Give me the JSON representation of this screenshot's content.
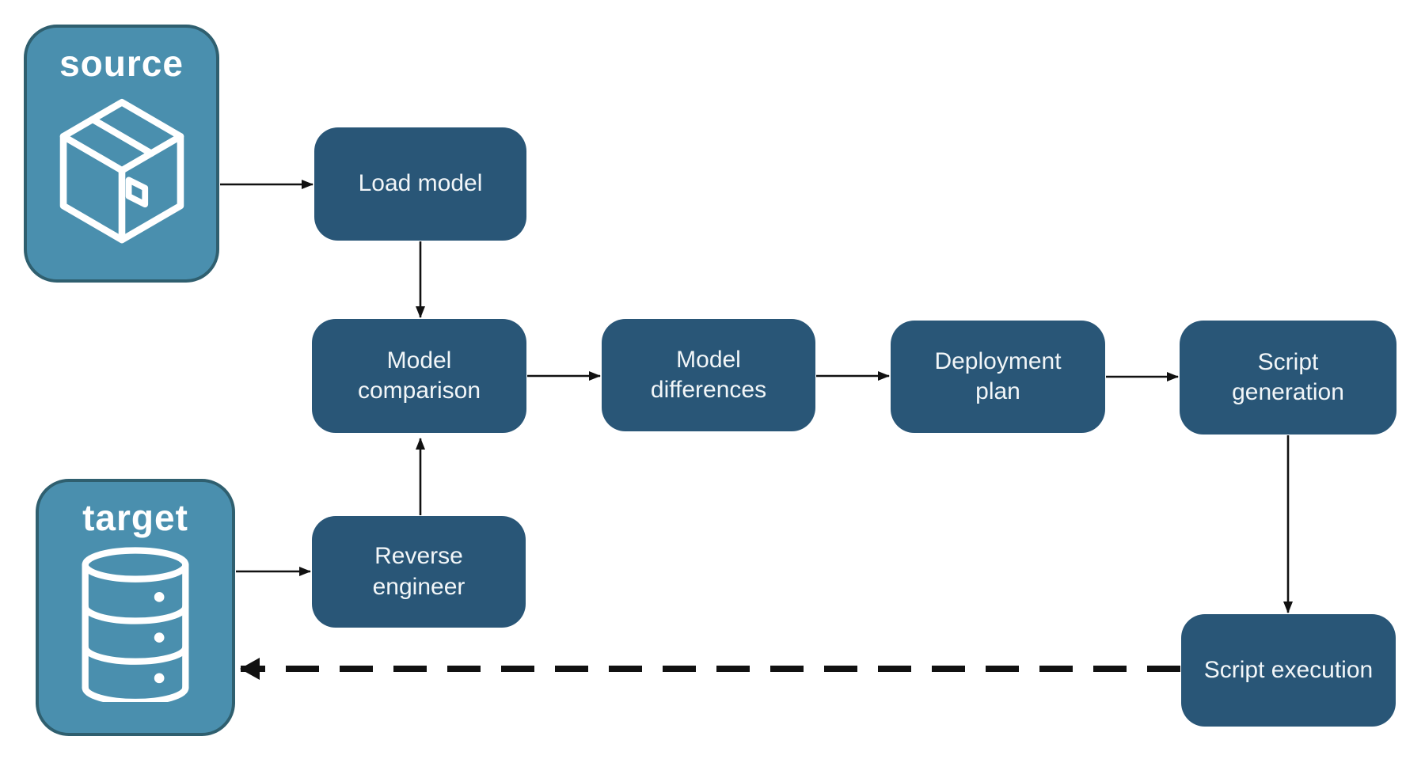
{
  "diagram": {
    "endpoints": [
      {
        "id": "source",
        "label": "source",
        "icon": "package-icon"
      },
      {
        "id": "target",
        "label": "target",
        "icon": "database-icon"
      }
    ],
    "nodes": [
      {
        "id": "load-model",
        "label": "Load model"
      },
      {
        "id": "model-comparison",
        "label": "Model comparison"
      },
      {
        "id": "model-differences",
        "label": "Model differences"
      },
      {
        "id": "deployment-plan",
        "label": "Deployment plan"
      },
      {
        "id": "script-generation",
        "label": "Script generation"
      },
      {
        "id": "reverse-engineer",
        "label": "Reverse engineer"
      },
      {
        "id": "script-execution",
        "label": "Script execution"
      }
    ],
    "edges": [
      {
        "from": "source",
        "to": "load-model",
        "style": "solid"
      },
      {
        "from": "load-model",
        "to": "model-comparison",
        "style": "solid"
      },
      {
        "from": "target",
        "to": "reverse-engineer",
        "style": "solid"
      },
      {
        "from": "reverse-engineer",
        "to": "model-comparison",
        "style": "solid"
      },
      {
        "from": "model-comparison",
        "to": "model-differences",
        "style": "solid"
      },
      {
        "from": "model-differences",
        "to": "deployment-plan",
        "style": "solid"
      },
      {
        "from": "deployment-plan",
        "to": "script-generation",
        "style": "solid"
      },
      {
        "from": "script-generation",
        "to": "script-execution",
        "style": "solid"
      },
      {
        "from": "script-execution",
        "to": "target",
        "style": "dashed"
      }
    ],
    "colors": {
      "background": "#ffffff",
      "node_fill": "#295677",
      "node_text": "#f2f6f8",
      "endpoint_fill": "#4a8fae",
      "endpoint_border": "#2f5f6f",
      "endpoint_text": "#ffffff",
      "arrow": "#111111"
    }
  }
}
